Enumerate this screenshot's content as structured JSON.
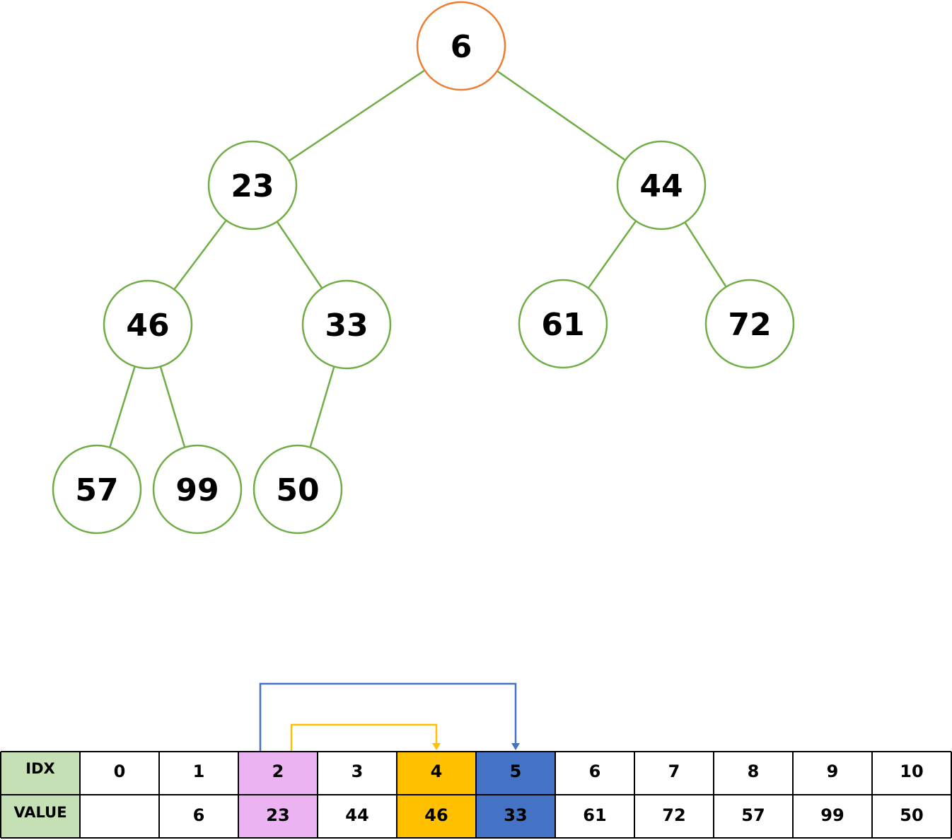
{
  "tree": {
    "nodes": [
      {
        "id": "n1",
        "value": "6",
        "root": true
      },
      {
        "id": "n2",
        "value": "23"
      },
      {
        "id": "n3",
        "value": "44"
      },
      {
        "id": "n4",
        "value": "46"
      },
      {
        "id": "n5",
        "value": "33"
      },
      {
        "id": "n6",
        "value": "61"
      },
      {
        "id": "n7",
        "value": "72"
      },
      {
        "id": "n8",
        "value": "57"
      },
      {
        "id": "n9",
        "value": "99"
      },
      {
        "id": "n10",
        "value": "50"
      }
    ],
    "edges": [
      [
        "n1",
        "n2"
      ],
      [
        "n1",
        "n3"
      ],
      [
        "n2",
        "n4"
      ],
      [
        "n2",
        "n5"
      ],
      [
        "n3",
        "n6"
      ],
      [
        "n3",
        "n7"
      ],
      [
        "n4",
        "n8"
      ],
      [
        "n4",
        "n9"
      ],
      [
        "n5",
        "n10"
      ]
    ]
  },
  "table": {
    "idx_label": "IDX",
    "value_label": "VALUE",
    "idx": [
      "0",
      "1",
      "2",
      "3",
      "4",
      "5",
      "6",
      "7",
      "8",
      "9",
      "10"
    ],
    "values": [
      "",
      "6",
      "23",
      "44",
      "46",
      "33",
      "61",
      "72",
      "57",
      "99",
      "50"
    ],
    "highlights": [
      {
        "col": 2,
        "color": "#ecb3f2"
      },
      {
        "col": 4,
        "color": "#ffc000"
      },
      {
        "col": 5,
        "color": "#4472c4"
      }
    ]
  },
  "arrows": [
    {
      "from": 2,
      "to": 5,
      "color": "#4472c4"
    },
    {
      "from": 2,
      "to": 4,
      "color": "#ffc000"
    }
  ],
  "colors": {
    "node_stroke": "#70ad47",
    "root_stroke": "#ed7d31",
    "edge": "#70ad47",
    "header_fill": "#c5e0b4",
    "grid": "#000000"
  }
}
